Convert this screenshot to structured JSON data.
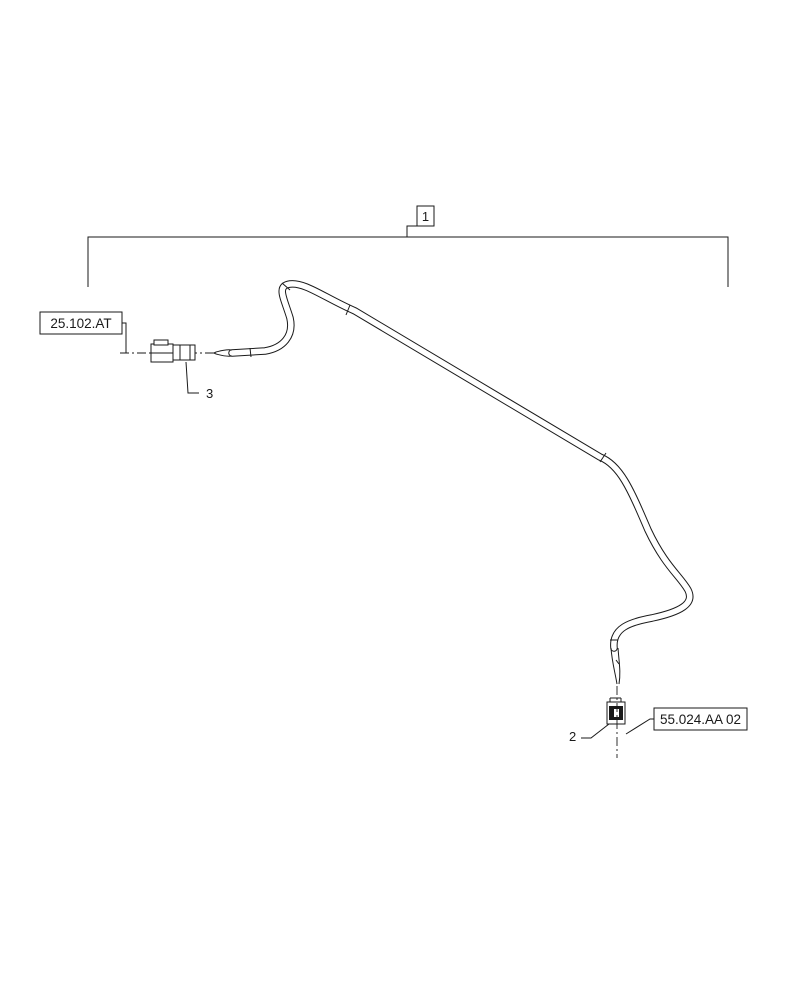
{
  "callouts": {
    "assembly": "1",
    "connector_end": "2",
    "connector_plug": "3"
  },
  "references": {
    "left_ref": "25.102.AT",
    "right_ref": "55.024.AA 02"
  }
}
